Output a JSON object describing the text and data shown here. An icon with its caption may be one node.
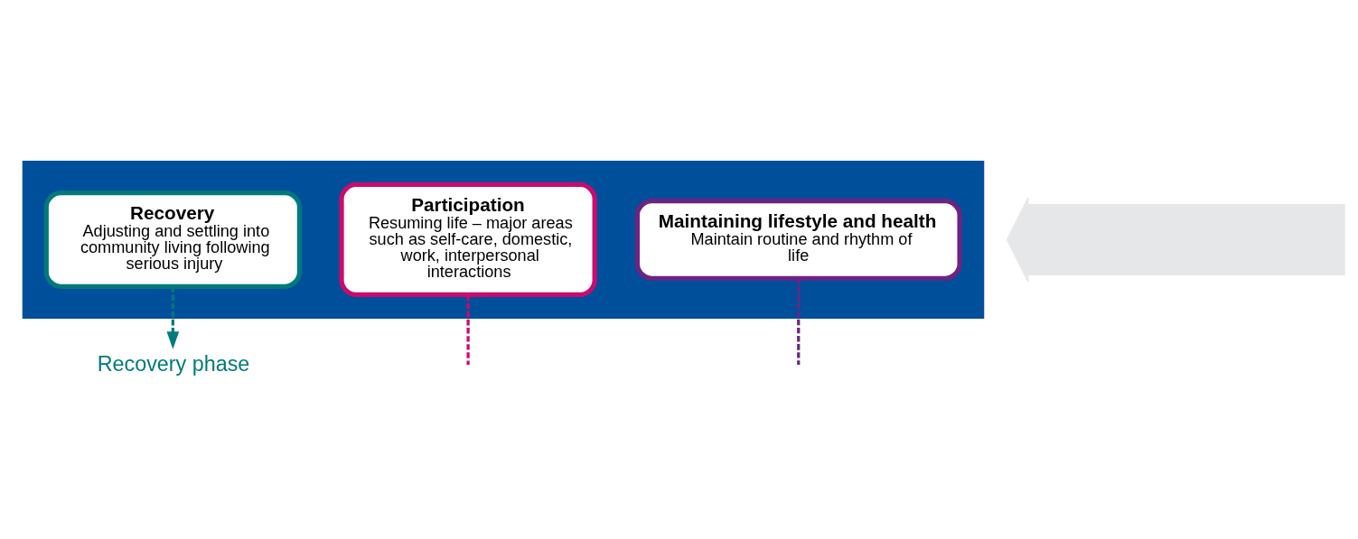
{
  "diagram": {
    "nodes": [
      {
        "text": [],
        "shape": "arrow"
      },
      {
        "text": [
          "Recovery",
          "Adjusting and settling into community living following serious injury"
        ],
        "in": 0
      },
      {
        "text": [
          "Participation",
          "Resuming life – major areas such as self-care, domestic, work, interpersonal interactions"
        ],
        "in": 0
      },
      {
        "text": [
          "Maintaining lifestyle and health",
          "Maintain routine and rhythm of life"
        ],
        "in": 0
      },
      {
        "text": [
          "Recovery phase"
        ]
      },
      {
        "text": [],
        "shape": "arrow"
      }
    ],
    "edges": [
      {
        "from": 1,
        "to": 4,
        "arrow": "to",
        "style": "dashed",
        "color": "#007a7c"
      },
      {
        "from": 2,
        "to": null,
        "arrow": "none",
        "style": "dashed",
        "color": "#cc0a6e"
      },
      {
        "from": 3,
        "to": null,
        "arrow": "none",
        "style": "dashed",
        "color": "#6e2382"
      }
    ]
  }
}
